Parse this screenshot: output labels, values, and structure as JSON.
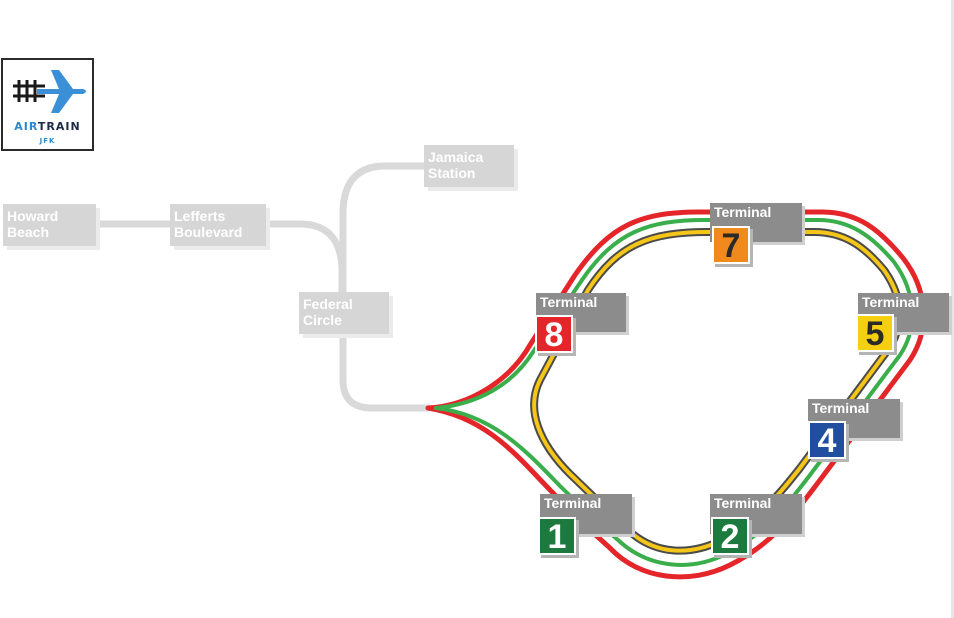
{
  "logo": {
    "brand_part1": "AIR",
    "brand_part2": "TRAIN",
    "sub": "JFK",
    "icon": "plane-and-track-icon",
    "colors": {
      "plane": "#3a8fd6",
      "text_blue": "#2f86c9",
      "text_dark": "#1f2a44",
      "track": "#1a1a1a"
    }
  },
  "stations": [
    {
      "key": "howard",
      "line1": "Howard",
      "line2": "Beach"
    },
    {
      "key": "lefferts",
      "line1": "Lefferts",
      "line2": "Boulevard"
    },
    {
      "key": "jamaica",
      "line1": "Jamaica",
      "line2": "Station"
    },
    {
      "key": "federal",
      "line1": "Federal",
      "line2": "Circle"
    }
  ],
  "terminals": [
    {
      "key": "t8",
      "label": "Terminal",
      "number": "8",
      "bg": "#e4262b",
      "fg": "#ffffff"
    },
    {
      "key": "t7",
      "label": "Terminal",
      "number": "7",
      "bg": "#f08a1d",
      "fg": "#2a2a2a"
    },
    {
      "key": "t5",
      "label": "Terminal",
      "number": "5",
      "bg": "#f6cf10",
      "fg": "#2a2a2a"
    },
    {
      "key": "t4",
      "label": "Terminal",
      "number": "4",
      "bg": "#1f4f9e",
      "fg": "#ffffff"
    },
    {
      "key": "t2",
      "label": "Terminal",
      "number": "2",
      "bg": "#1d7a3f",
      "fg": "#ffffff"
    },
    {
      "key": "t1",
      "label": "Terminal",
      "number": "1",
      "bg": "#1d7a3f",
      "fg": "#ffffff"
    }
  ],
  "line_colors": {
    "faded_track": "#d9d9d9",
    "red_line": "#e4262b",
    "green_line": "#3aae4a",
    "yellow_line": "#f5c518",
    "track_edge": "#4a4a4a"
  }
}
